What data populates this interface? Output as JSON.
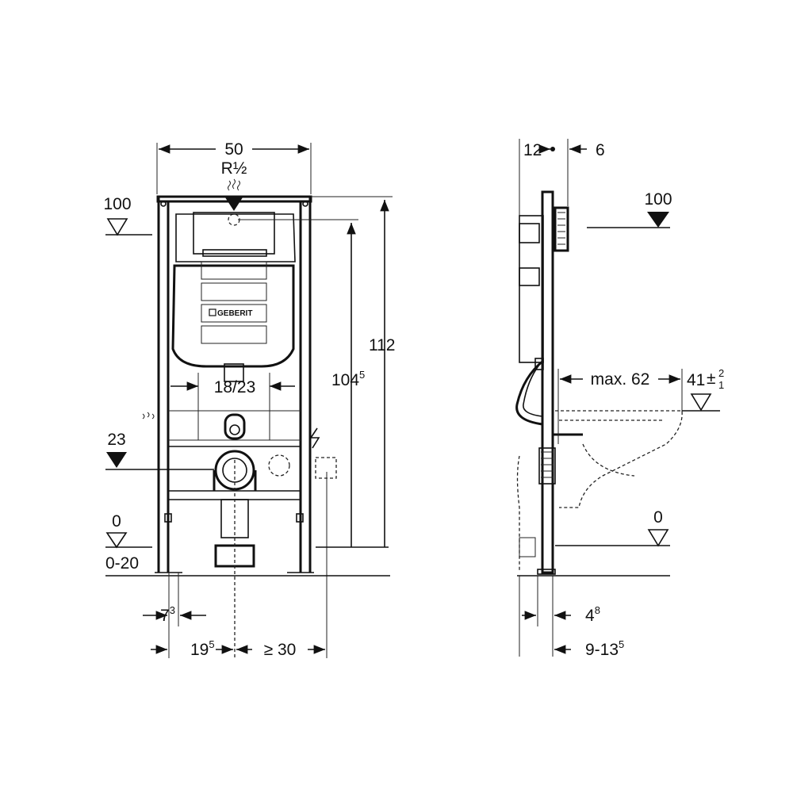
{
  "front_view": {
    "width_dim": "50",
    "inlet_label": "R½",
    "level_100": "100",
    "height_112": "112",
    "height_104": "104",
    "height_104_sup": "5",
    "spacing_18_23": "18/23",
    "level_23": "23",
    "level_0": "0",
    "floor_range": "0-20",
    "foot_7": "7",
    "foot_7_sup": "3",
    "offset_19": "19",
    "offset_19_sup": "5",
    "min_30": "≥ 30",
    "logo_text": "GEBERIT"
  },
  "side_view": {
    "depth_12": "12",
    "depth_6": "6",
    "level_100": "100",
    "max_62": "max. 62",
    "height_41": "41",
    "tol_plus": "2",
    "tol_minus": "1",
    "tol_sign": "±",
    "level_0": "0",
    "depth_4": "4",
    "depth_4_sup": "8",
    "depth_9_13": "9-13",
    "depth_9_13_sup": "5"
  },
  "colors": {
    "line": "#111111",
    "background": "#ffffff"
  }
}
